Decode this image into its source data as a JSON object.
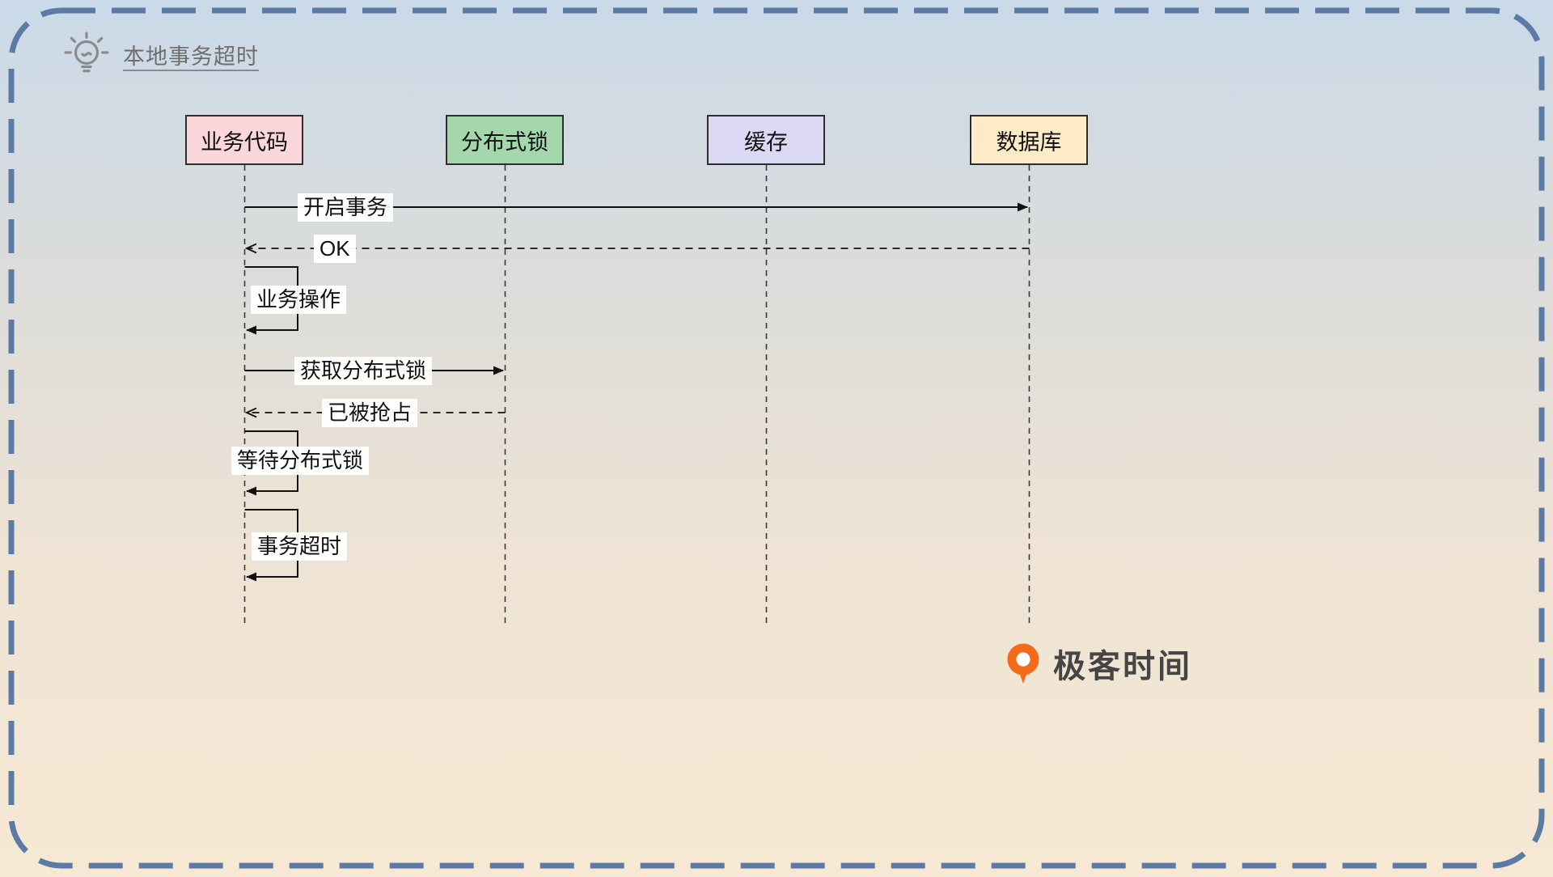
{
  "title": "本地事务超时",
  "diagram_type": "sequence",
  "border_color": "#5b7ba5",
  "participants": [
    {
      "label": "业务代码",
      "color": "#fbd6da"
    },
    {
      "label": "分布式锁",
      "color": "#a5d7ad"
    },
    {
      "label": "缓存",
      "color": "#dbd8f3"
    },
    {
      "label": "数据库",
      "color": "#fdeac7"
    }
  ],
  "messages": [
    {
      "label": "开启事务",
      "from": "业务代码",
      "to": "数据库",
      "type": "solid"
    },
    {
      "label": "OK",
      "from": "数据库",
      "to": "业务代码",
      "type": "dashed"
    },
    {
      "label": "业务操作",
      "from": "业务代码",
      "to": "业务代码",
      "type": "self"
    },
    {
      "label": "获取分布式锁",
      "from": "业务代码",
      "to": "分布式锁",
      "type": "solid"
    },
    {
      "label": "已被抢占",
      "from": "分布式锁",
      "to": "业务代码",
      "type": "dashed"
    },
    {
      "label": "等待分布式锁",
      "from": "业务代码",
      "to": "业务代码",
      "type": "self"
    },
    {
      "label": "事务超时",
      "from": "业务代码",
      "to": "业务代码",
      "type": "self"
    }
  ],
  "logo": {
    "text": "极客时间",
    "color": "#f26a1a"
  }
}
